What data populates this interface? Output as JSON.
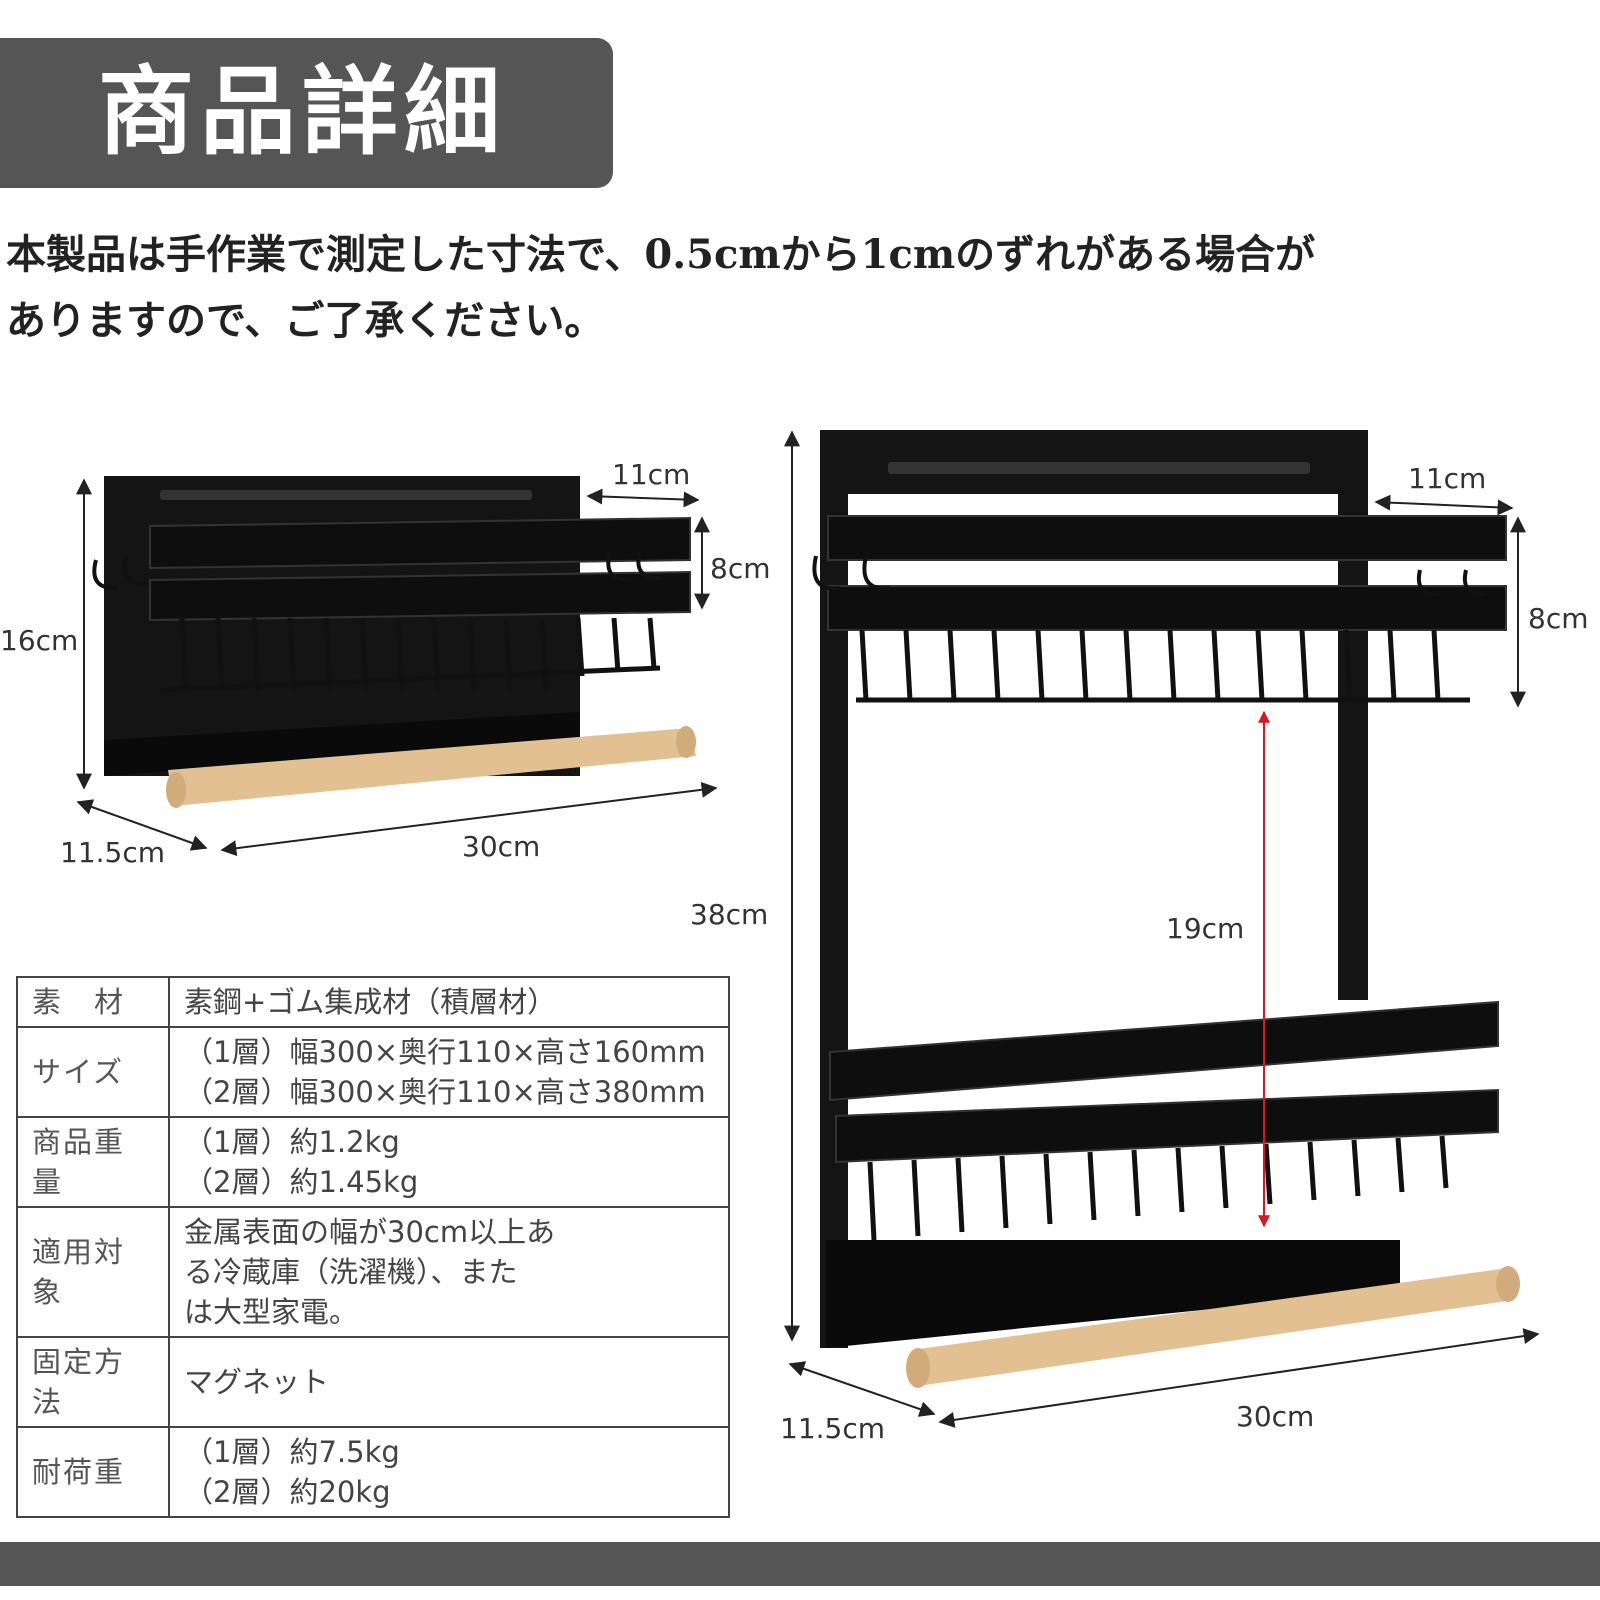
{
  "header": {
    "title": "商品詳細"
  },
  "notice": {
    "line1": "本製品は手作業で測定した寸法で、0.5cmから1cmのずれがある場合が",
    "line2": "ありますので、ご了承ください。"
  },
  "diagram_small": {
    "depth_top": "11cm",
    "basket_height": "8cm",
    "height": "16cm",
    "depth": "11.5cm",
    "width": "30cm"
  },
  "diagram_large": {
    "depth_top": "11cm",
    "basket_height": "8cm",
    "height": "38cm",
    "gap": "19cm",
    "depth": "11.5cm",
    "width": "30cm"
  },
  "spec_table": [
    {
      "key": "素　材",
      "lines": [
        "素鋼+ゴム集成材（積層材）"
      ]
    },
    {
      "key": "サイズ",
      "lines": [
        "（1層）幅300×奥行110×高さ160mm",
        "（2層）幅300×奥行110×高さ380mm"
      ]
    },
    {
      "key": "商品重量",
      "lines": [
        "（1層）約1.2kg",
        "（2層）約1.45kg"
      ]
    },
    {
      "key": "適用対象",
      "lines": [
        "金属表面の幅が30cm以上あ",
        "る冷蔵庫（洗濯機）、また",
        "は大型家電。"
      ]
    },
    {
      "key": "固定方法",
      "lines": [
        "マグネット"
      ]
    },
    {
      "key": "耐荷重",
      "lines": [
        "（1層）約7.5kg",
        "（2層）約20kg"
      ]
    }
  ],
  "colors": {
    "banner": "#555555",
    "rack": "#111111",
    "wood": "#e3c092",
    "accent_arrow": "#e0141e"
  }
}
